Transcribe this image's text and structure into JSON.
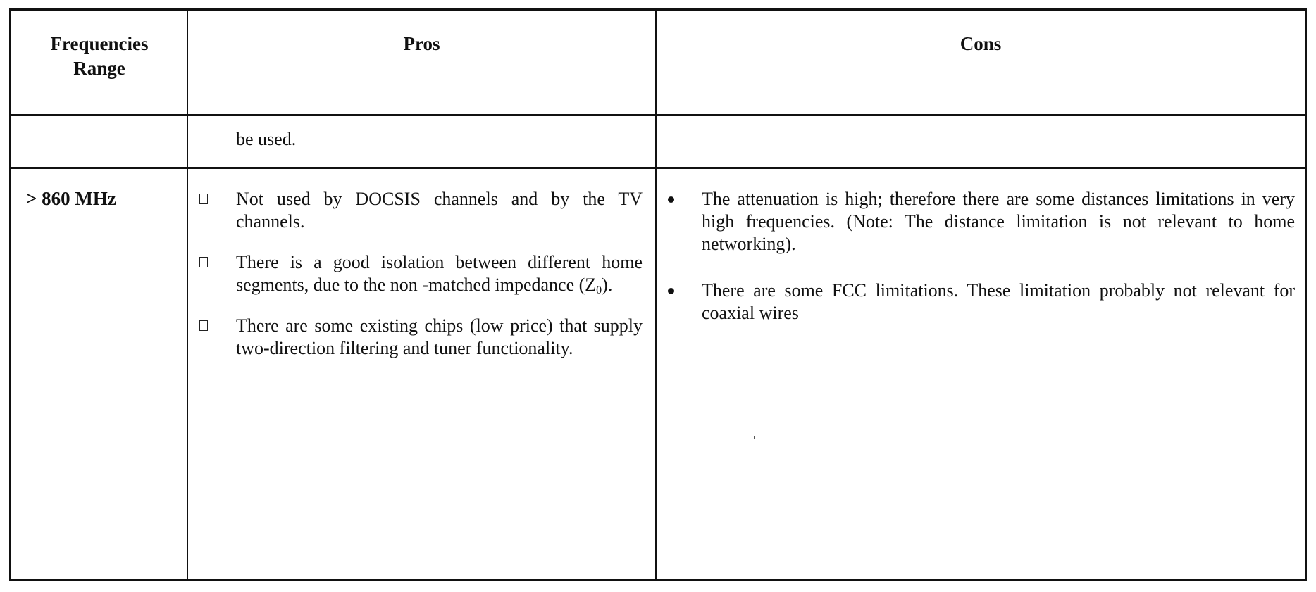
{
  "table": {
    "headers": {
      "frequency": "Frequencies Range",
      "frequency_line1": "Frequencies",
      "frequency_line2": "Range",
      "pros": "Pros",
      "cons": "Cons"
    },
    "continuation_row": {
      "frequency": "",
      "pros": "be used.",
      "cons": ""
    },
    "rows": [
      {
        "frequency": "> 860 MHz",
        "pros": [
          {
            "bullet": "checkbox-bullet",
            "text": "Not used by DOCSIS channels and by the TV channels."
          },
          {
            "bullet": "checkbox-bullet",
            "text_before_sub": "There is a good isolation between different home segments, due to the non -matched impedance (Z",
            "sub": "0",
            "text_after_sub": ")."
          },
          {
            "bullet": "checkbox-bullet",
            "text": "There are some existing chips (low price) that supply two-direction filtering and tuner functionality."
          }
        ],
        "cons": [
          {
            "bullet": "dot-bullet",
            "text": "The attenuation is high; therefore there are some distances limitations in very high frequencies. (Note: The distance limitation is not relevant to home networking)."
          },
          {
            "bullet": "dot-bullet",
            "text": "There are some FCC limitations. These limitation probably not relevant for coaxial wires"
          }
        ]
      }
    ]
  }
}
